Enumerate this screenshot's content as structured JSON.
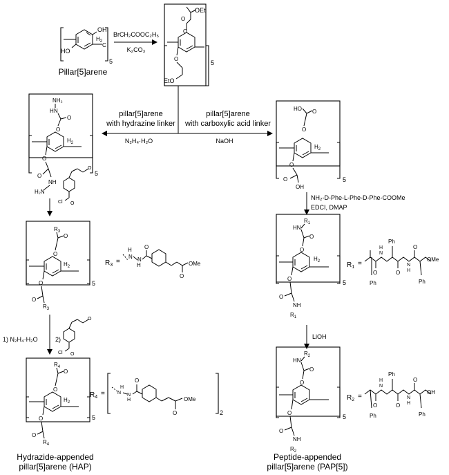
{
  "start": {
    "label": "Pillar[5]arene",
    "oh": "OH",
    "ho": "HO",
    "ch2": "C",
    "h2": "H",
    "h2sub": "2",
    "n": "5"
  },
  "step1": {
    "reagent_line1": "BrCH₂COOC₂H₅",
    "reagent_line2": "K₂CO₃"
  },
  "ester": {
    "oet_top": "OEt",
    "oet_bot": "EtO",
    "o": "O",
    "n": "5"
  },
  "branch_left": {
    "line1": "pillar[5]arene",
    "line2": "with hydrazine linker",
    "reagent": "N₂H₄·H₂O"
  },
  "branch_right": {
    "line1": "pillar[5]arene",
    "line2": "with carboxylic acid linker",
    "reagent": "NaOH"
  },
  "hydrazide": {
    "nh2_top": "NH₂",
    "nh_top": "N",
    "h_top": "H",
    "o": "O",
    "h2n": "H₂N",
    "nh_bot": "NH",
    "n": "5"
  },
  "acyl_chloride": {
    "cl": "Cl",
    "o": "O"
  },
  "acid": {
    "ho": "HO",
    "oh": "OH",
    "o": "O",
    "n": "5"
  },
  "peptide_reagent": {
    "line1": "NH₂-D-Phe-L-Phe-D-Phe-COOMe",
    "line2": "EDCI, DMAP"
  },
  "r3_compound": {
    "r3": "R",
    "r3sub": "3",
    "o": "O",
    "n": "5"
  },
  "r3_def": {
    "label": "R",
    "sub": "3",
    "eq": "=",
    "ome": "OMe",
    "nh": "H",
    "n": "N"
  },
  "r1_compound": {
    "hn": "HN",
    "r1": "R",
    "r1sub": "1",
    "o": "O",
    "nh": "NH",
    "n": "5"
  },
  "r1_def": {
    "label": "R",
    "sub": "1",
    "eq": "=",
    "ph": "Ph",
    "ome": "OMe",
    "n": "N",
    "h": "H"
  },
  "step_hap": {
    "step1": "1) N₂H₄·H₂O",
    "step2": "2)"
  },
  "step_lioh": {
    "reagent": "LiOH"
  },
  "hap": {
    "r4": "R",
    "r4sub": "4",
    "o": "O",
    "n": "5",
    "caption_line1": "Hydrazide-appended",
    "caption_line2": "pillar[5]arene (HAP)"
  },
  "r4_def": {
    "label": "R",
    "sub": "4",
    "eq": "=",
    "ome": "OMe",
    "bracket_n": "2"
  },
  "pap": {
    "hn": "HN",
    "r2": "R",
    "r2sub": "2",
    "nh": "NH",
    "o": "O",
    "n": "5",
    "caption_line1": "Peptide-appended",
    "caption_line2": "pillar[5]arene (PAP[5])"
  },
  "r2_def": {
    "label": "R",
    "sub": "2",
    "eq": "=",
    "ph": "Ph",
    "oh": "OH",
    "n": "N",
    "h": "H"
  }
}
